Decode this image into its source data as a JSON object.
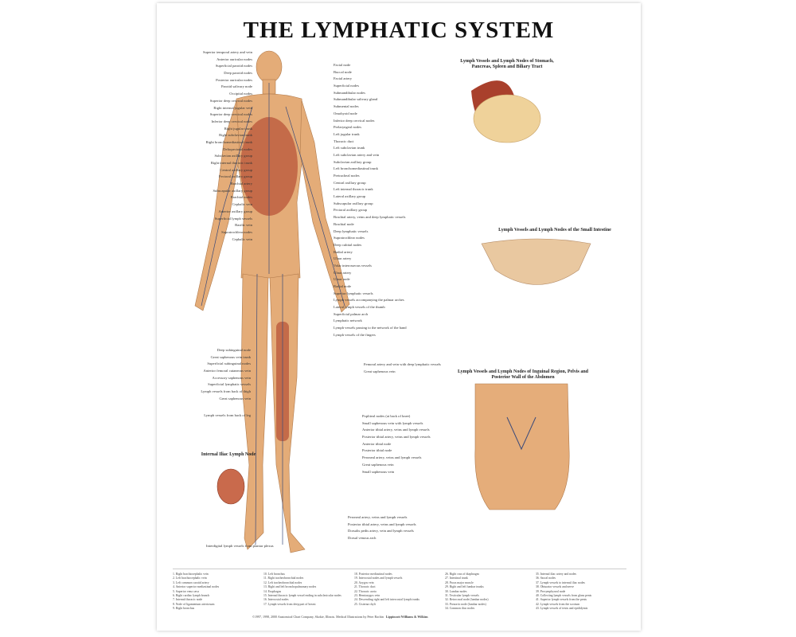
{
  "title": "THE LYMPHATIC SYSTEM",
  "insets": {
    "stomach": "Lymph Vessels and Lymph Nodes of Stomach, Pancreas, Spleen and Biliary Tract",
    "intestine": "Lymph Vessels and Lymph Nodes of the Small Intestine",
    "pelvis": "Lymph Vessels and Lymph Nodes of Inguinal Region, Pelvis and Posterior Wall of the Abdomen",
    "iliac": "Internal Iliac Lymph Node"
  },
  "body_left_labels": [
    "Superior temporal artery and vein",
    "Anterior auricular nodes",
    "Superficial parotid nodes",
    "Deep parotid nodes",
    "Posterior auricular nodes",
    "Parotid salivary node",
    "Occipital nodes",
    "Superior deep cervical nodes",
    "Right internal jugular vein",
    "Superior deep cervical nodes",
    "Inferior deep cervical nodes",
    "Right jugular trunk",
    "Right subclavian trunk",
    "Right bronchomediastinal trunk",
    "Deltopectoral nodes",
    "Subclavian axillary group",
    "Right internal thoracic trunk",
    "Central axillary group",
    "Pectoral axillary group",
    "Brachial artery",
    "Subscapular axillary group",
    "Brachial nodes",
    "Cephalic vein",
    "Anterior axillary group",
    "Superficial lymph vessels",
    "Basilic vein",
    "Supratrochlear nodes",
    "Cephalic vein"
  ],
  "body_right_labels": [
    "Facial node",
    "Buccal node",
    "Facial artery",
    "Superficial nodes",
    "Submandibular nodes",
    "Submandibular salivary gland",
    "Submental nodes",
    "Omohyoid node",
    "Inferior deep cervical nodes",
    "Prelaryngeal nodes",
    "Left jugular trunk",
    "Thoracic duct",
    "Left subclavian trunk",
    "Left subclavian artery and vein",
    "Subclavian axillary group",
    "Left bronchomediastinal trunk",
    "Pretracheal nodes",
    "Central axillary group",
    "Left internal thoracic trunk",
    "Lateral axillary group",
    "Subscapular axillary group",
    "Pectoral axillary group",
    "Brachial artery, veins and deep lymphatic vessels",
    "Brachial node",
    "Deep lymphatic vessels",
    "Supratrochlear nodes",
    "Deep cubital nodes",
    "Radial artery",
    "Ulnar artery",
    "Volar interosseous vessels",
    "Ulnar artery",
    "Ulnar node",
    "Radial node",
    "Superior lymphatic vessels",
    "Lymph vessels accompanying the palmar arches",
    "Lateral lymph vessels of the thumb",
    "Superficial palmar arch",
    "Lymphatic network",
    "Lymph vessels passing to the network of the hand",
    "Lymph vessels of the fingers"
  ],
  "leg_left_labels": [
    "Deep subinguinal node",
    "Great saphenous vein trunk",
    "Superficial subinguinal nodes",
    "Anterior femoral cutaneous vein",
    "Accessory saphenous vein",
    "Superficial lymphatic vessels",
    "Lymph vessels from back of thigh",
    "Great saphenous vein",
    "Lymph vessels from back of leg"
  ],
  "leg_right_labels": [
    "Femoral artery and vein with deep lymphatic vessels",
    "Great saphenous vein",
    "Popliteal nodes (at back of knee)",
    "Small saphenous vein with lymph vessels",
    "Anterior tibial artery, veins and lymph vessels",
    "Posterior tibial artery, veins and lymph vessels",
    "Anterior tibial node",
    "Posterior tibial node",
    "Peroneal artery, veins and lymph vessels",
    "Great saphenous vein",
    "Small saphenous vein",
    "Peroneal artery, veins and lymph vessels",
    "Posterior tibial artery, veins and lymph vessels",
    "Dorsalis pedis artery, vein and lymph vessels",
    "Dorsal venous arch"
  ],
  "foot_label": "Interdigital lymph vessels from plantar plexus",
  "legend": [
    [
      "1. Right brachiocephalic vein",
      "2. Left brachiocephalic vein",
      "3. Left common carotid artery",
      "4. Anterior superior mediastinal nodes",
      "5. Superior vena cava",
      "6. Right cardiac lymph branch",
      "7. Internal thoracic node",
      "8. Node of ligamentum arteriosum",
      "9. Right bronchus"
    ],
    [
      "10. Left bronchus",
      "11. Right tracheobronchial nodes",
      "12. Left tracheobronchial nodes",
      "13. Right and left bronchopulmonary nodes",
      "14. Esophagus",
      "15. Internal thoracic lymph vessel ending in subclavicular nodes",
      "16. Intercostal nodes",
      "17. Lymph vessels from deep part of breast"
    ],
    [
      "18. Posterior mediastinal nodes",
      "19. Intercostal nodes and lymph vessels",
      "20. Azygos vein",
      "21. Thoracic duct",
      "22. Thoracic aorta",
      "23. Hemiazygos vein",
      "24. Descending right and left intercostal lymph trunks",
      "25. Cisterna chyli"
    ],
    [
      "26. Right crus of diaphragm",
      "27. Intestinal trunk",
      "28. Psoas major muscle",
      "29. Right and left lumbar trunks",
      "30. Lumbar nodes",
      "31. Testicular lymph vessels",
      "32. Retrocaval node (lumbar nodes)",
      "33. Preaortic node (lumbar nodes)",
      "34. Common iliac nodes"
    ],
    [
      "35. Internal iliac artery and nodes",
      "36. Sacral nodes",
      "37. Lymph vessels to internal iliac nodes",
      "38. Obturator vessels and nerve",
      "39. Precymphyseal node",
      "40. Collecting lymph vessels from glans penis",
      "41. Superior lymph vessels from the penis",
      "42. Lymph vessels from the scrotum",
      "43. Lymph vessels of testis and epididymis"
    ]
  ],
  "credit": "©1997, 1998, 2000 Anatomical Chart Company, Skokie, Illinois. Medical Illustrations by Peter Bachin",
  "publisher": "Lippincott Williams & Wilkins",
  "colors": {
    "skin": "#e7b07c",
    "muscle": "#b9563a",
    "vessel": "#3c4b7a"
  }
}
